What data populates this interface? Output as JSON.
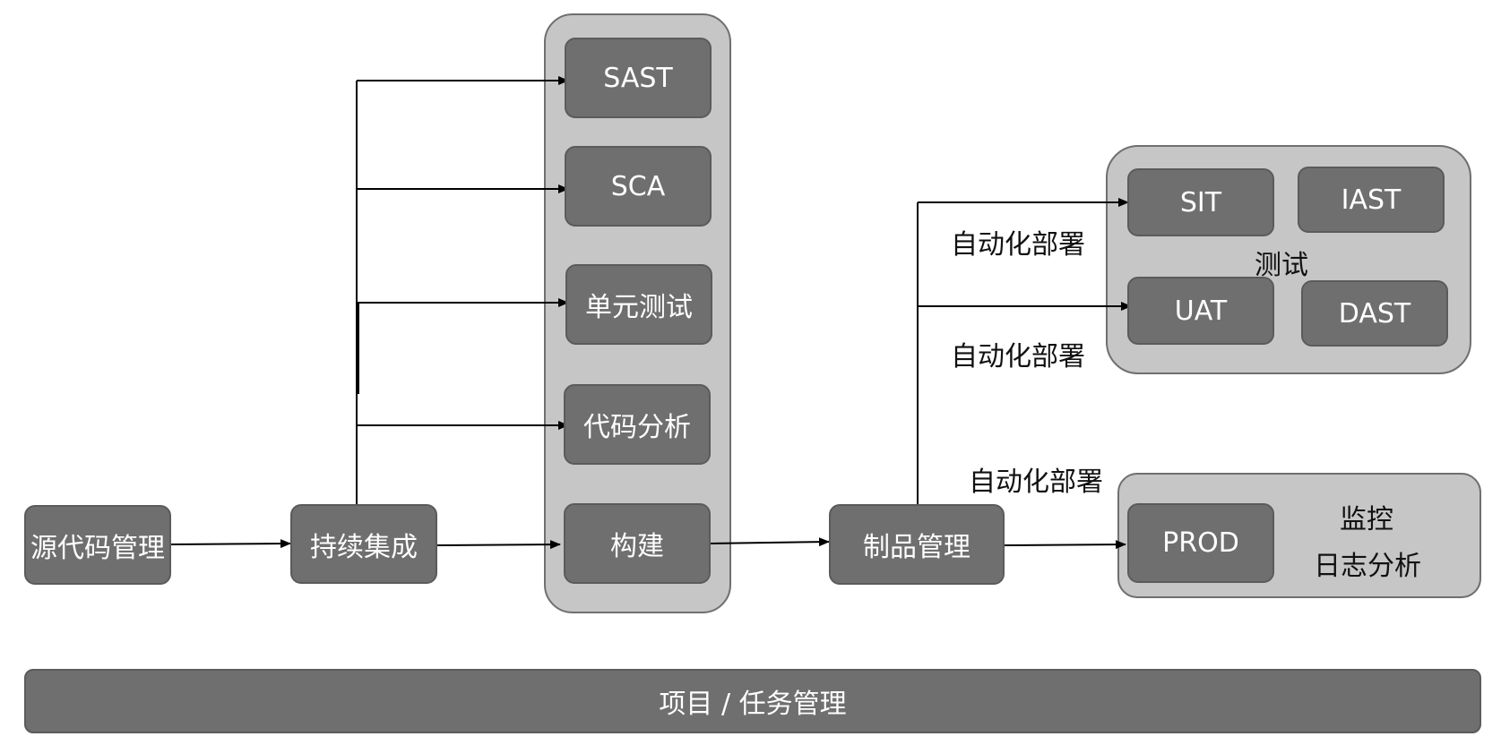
{
  "nodes": {
    "source": "源代码管理",
    "ci": "持续集成",
    "sast": "SAST",
    "sca": "SCA",
    "unit_test": "单元测试",
    "code_analysis": "代码分析",
    "build": "构建",
    "artifact": "制品管理",
    "sit": "SIT",
    "iast": "IAST",
    "uat": "UAT",
    "dast": "DAST",
    "prod": "PROD"
  },
  "labels": {
    "deploy_1": "自动化部署",
    "deploy_2": "自动化部署",
    "deploy_3": "自动化部署",
    "test_group": "测试",
    "monitor": "监控",
    "log_analysis": "日志分析"
  },
  "footer": {
    "project_task": "项目 / 任务管理"
  },
  "colors": {
    "box_fill": "#6f6f6f",
    "group_fill": "#c6c6c6",
    "line": "#000000"
  }
}
